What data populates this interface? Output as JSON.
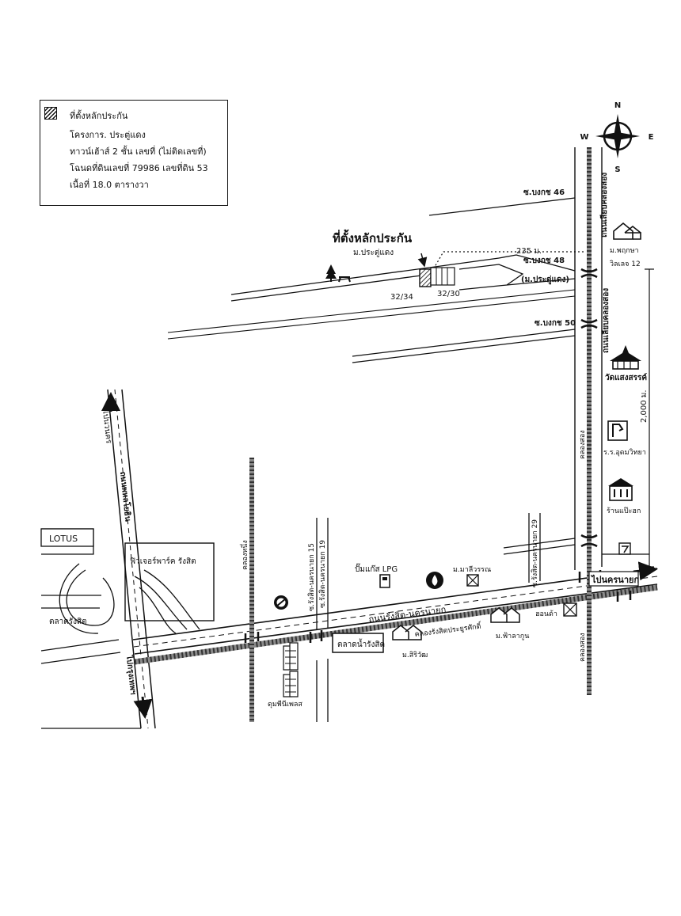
{
  "legend": {
    "title": "ที่ตั้งหลักประกัน",
    "project": "โครงการ. ประตู่แดง",
    "unit": "ทาวน์เฮ้าส์ 2 ชั้น เลขที่ (ไม่ติดเลขที่)",
    "deed": "โฉนดที่ดินเลขที่ 79986 เลขที่ดิน 53",
    "area": "เนื้อที่ 18.0 ตารางวา"
  },
  "compass": {
    "n": "N",
    "s": "S",
    "e": "E",
    "w": "W"
  },
  "property": {
    "title": "ที่ตั้งหลักประกัน",
    "village": "ม.ประตู่แดง",
    "left_no": "32/34",
    "right_no": "32/30"
  },
  "roads": {
    "soi46": "ซ.บงกช 46",
    "soi48": "ซ.บงกช 48",
    "soi50": "ซ.บงกช 50",
    "soi48_village": "(ม.ประตู่แดง)",
    "distance_235": "235 ม.",
    "distance_2000": "2,000 ม.",
    "canal_road_upper": "ถนนเลียบคลองสอง",
    "canal_road_mid": "ถนนเลียบคลองสอง",
    "to_rangsit_top": "ไปรังสิต",
    "canal_2": "คลองสอง",
    "canal_2b": "คลองสอง",
    "canal_1": "คลองหนึ่ง",
    "rangsit_nakhonnayok": "ถนนรังสิต-นครนายก",
    "to_nakhonnayok": "ไปนครนายก",
    "phahonyothin": "ถนนพหลโยธิน",
    "to_bangkok": "ไปกรุงเทพฯ",
    "to_nakhon": "ไปนวนคร",
    "soi15": "ซ.รังสิต-นครนายก 15",
    "soi19": "ซ.รังสิต-นครนายก 19",
    "soi29": "ซ.รังสิต-นครนายก 29",
    "canal_rangsit": "คลองรังสิตประยูรศักดิ์"
  },
  "places": {
    "lotus": "LOTUS",
    "future_park": "ฟิวเจอร์พาร์ค รังสิต",
    "rangsit_market": "ตลาดรังสิต",
    "floating_market": "ตลาดน้ำรังสิต",
    "lpg": "ปั๊มแก๊ส LPG",
    "mali": "ม.มาลีวรรณ",
    "sirawat": "ม.สิริวัฒ",
    "fa": "ม.ฟ้าลากูน",
    "homepro": "ฮอนด้า",
    "condo": "ดุมพีนีเพลส",
    "pruksa": "ม.พฤกษา",
    "pruksa2": "วิลเลจ 12",
    "wat": "วัดแสงสรรค์",
    "school": "ร.ร.อุดมวิทยา",
    "shop": "ร้านแป๊ะฮก"
  }
}
